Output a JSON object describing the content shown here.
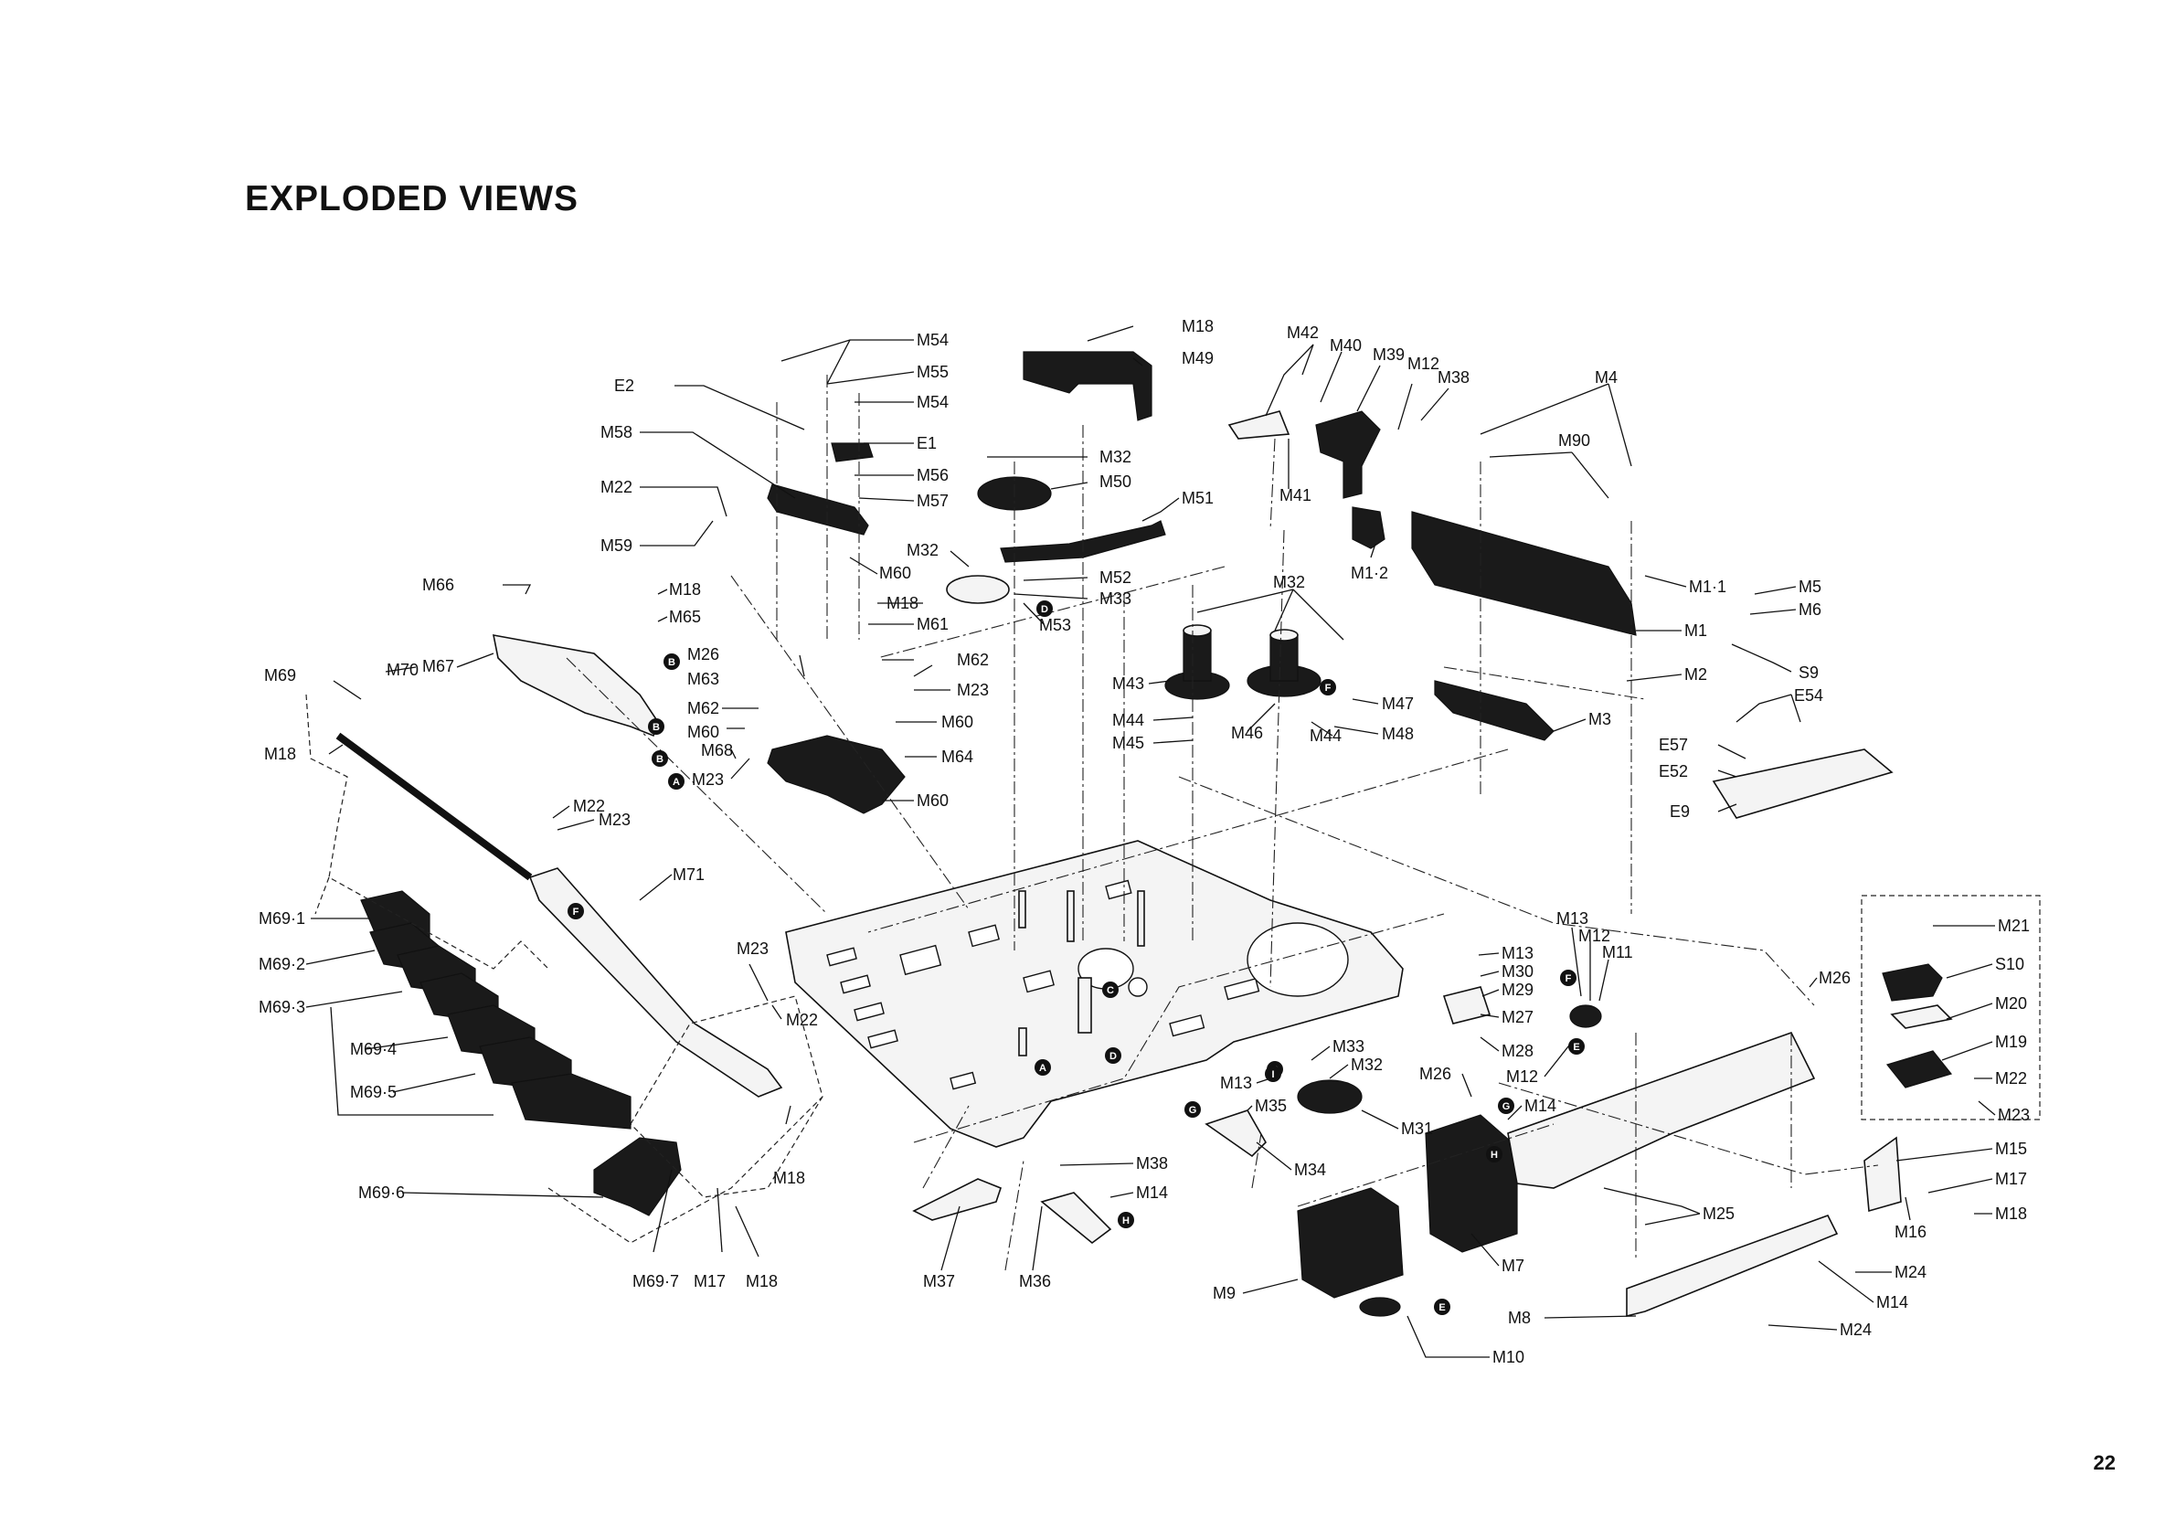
{
  "page": {
    "title": "EXPLODED VIEWS",
    "page_number": "22"
  },
  "labels": {
    "M54a": "M54",
    "M55": "M55",
    "M54b": "M54",
    "E2": "E2",
    "E1": "E1",
    "M58": "M58",
    "M56": "M56",
    "M57": "M57",
    "M22a": "M22",
    "M59": "M59",
    "M60a": "M60",
    "M66": "M66",
    "M18a": "M18",
    "M65": "M65",
    "M18b": "M18",
    "M61": "M61",
    "M26a": "M26",
    "M62a": "M62",
    "M63": "M63",
    "M23a": "M23",
    "M62b": "M62",
    "M60b": "M60",
    "M60c": "M60",
    "M68": "M68",
    "M64": "M64",
    "M23b": "M23",
    "M60d": "M60",
    "M69": "M69",
    "M70": "M70",
    "M67": "M67",
    "M18c": "M18",
    "M22b": "M22",
    "M23c": "M23",
    "M71": "M71",
    "M69_1": "M69·1",
    "M69_2": "M69·2",
    "M69_3": "M69·3",
    "M69_4": "M69·4",
    "M69_5": "M69·5",
    "M69_6": "M69·6",
    "M69_7": "M69·7",
    "M17a": "M17",
    "M18d": "M18",
    "M18e": "M18",
    "M23d": "M23",
    "M22c": "M22",
    "M18f": "M18",
    "M49": "M49",
    "M32a": "M32",
    "M50": "M50",
    "M51": "M51",
    "M32b": "M32",
    "M52": "M52",
    "M33a": "M33",
    "M53": "M53",
    "M42": "M42",
    "M40": "M40",
    "M39": "M39",
    "M12a": "M12",
    "M38a": "M38",
    "M41": "M41",
    "M1_2": "M1·2",
    "M4": "M4",
    "M90": "M90",
    "M1_1": "M1·1",
    "M5": "M5",
    "M6": "M6",
    "M1": "M1",
    "S9": "S9",
    "M2": "M2",
    "E54": "E54",
    "M3": "M3",
    "E57": "E57",
    "E52": "E52",
    "E9": "E9",
    "M32c": "M32",
    "M43": "M43",
    "M44a": "M44",
    "M45": "M45",
    "M46": "M46",
    "M44b": "M44",
    "M47": "M47",
    "M48": "M48",
    "M13a": "M13",
    "M12b": "M12",
    "M11": "M11",
    "M30": "M30",
    "M13b": "M13",
    "M29": "M29",
    "M27": "M27",
    "M28": "M28",
    "M12c": "M12",
    "M26b": "M26",
    "M33b": "M33",
    "M32d": "M32",
    "M13c": "M13",
    "M35": "M35",
    "M26c": "M26",
    "M14a": "M14",
    "M31": "M31",
    "M34": "M34",
    "M38b": "M38",
    "M14b": "M14",
    "M37": "M37",
    "M36": "M36",
    "M9": "M9",
    "M7": "M7",
    "M25": "M25",
    "M8": "M8",
    "M10": "M10",
    "M14c": "M14",
    "M24a": "M24",
    "M24b": "M24",
    "M21": "M21",
    "S10": "S10",
    "M20": "M20",
    "M19": "M19",
    "M22d": "M22",
    "M23e": "M23",
    "M15": "M15",
    "M17b": "M17",
    "M16": "M16",
    "M18g": "M18"
  },
  "callouts": {
    "A1": "A",
    "A2": "A",
    "B1": "B",
    "B2": "B",
    "B3": "B",
    "C1": "C",
    "C2": "C",
    "D1": "D",
    "D2": "D",
    "E1": "E",
    "E2": "E",
    "F1": "F",
    "F2": "F",
    "F3": "F",
    "G1": "G",
    "G2": "G",
    "H1": "H",
    "H2": "H",
    "I1": "I"
  }
}
